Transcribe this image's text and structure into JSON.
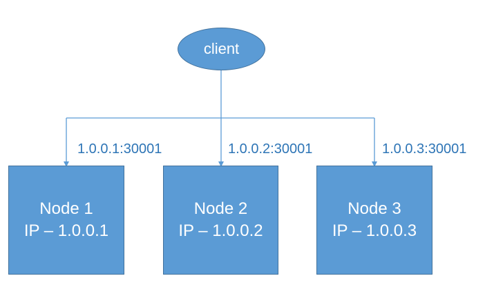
{
  "colors": {
    "shape_fill": "#5b9bd5",
    "shape_border": "#41719c",
    "connector": "#5b9bd5",
    "label_text": "#2e75b6",
    "shape_text": "#ffffff"
  },
  "client": {
    "label": "client"
  },
  "nodes": [
    {
      "name": "Node 1",
      "ip": "IP – 1.0.0.1",
      "endpoint": "1.0.0.1:30001"
    },
    {
      "name": "Node 2",
      "ip": "IP – 1.0.0.2",
      "endpoint": "1.0.0.2:30001"
    },
    {
      "name": "Node 3",
      "ip": "IP – 1.0.0.3",
      "endpoint": "1.0.0.3:30001"
    }
  ]
}
